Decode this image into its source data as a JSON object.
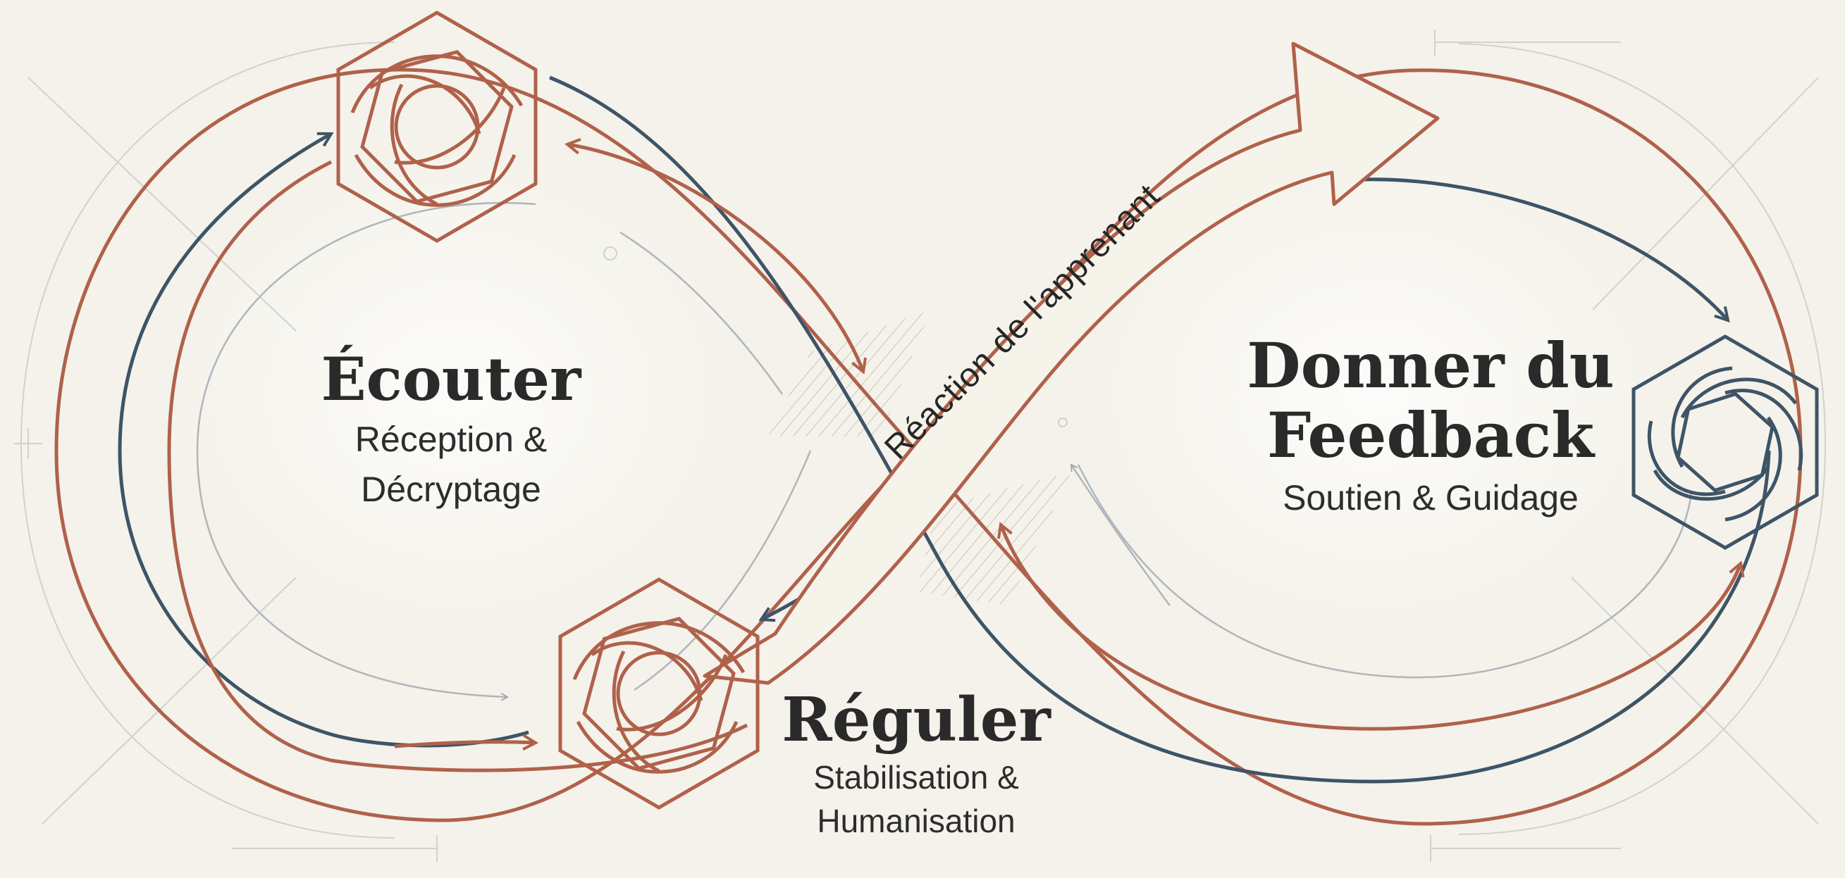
{
  "diagram": {
    "nodes": {
      "ecouter": {
        "title": "Écouter",
        "subtitle_line1": "Réception &",
        "subtitle_line2": "Décryptage"
      },
      "feedback": {
        "title_line1": "Donner du",
        "title_line2": "Feedback",
        "subtitle": "Soutien & Guidage"
      },
      "reguler": {
        "title": "Réguler",
        "subtitle_line1": "Stabilisation &",
        "subtitle_line2": "Humanisation"
      }
    },
    "connector": {
      "label": "Réaction de l'apprenant"
    },
    "colors": {
      "background": "#f4f2ea",
      "terracotta": "#b0614a",
      "slate": "#3e5467",
      "guide": "#c9ccc8",
      "text": "#2a2a2a"
    }
  }
}
